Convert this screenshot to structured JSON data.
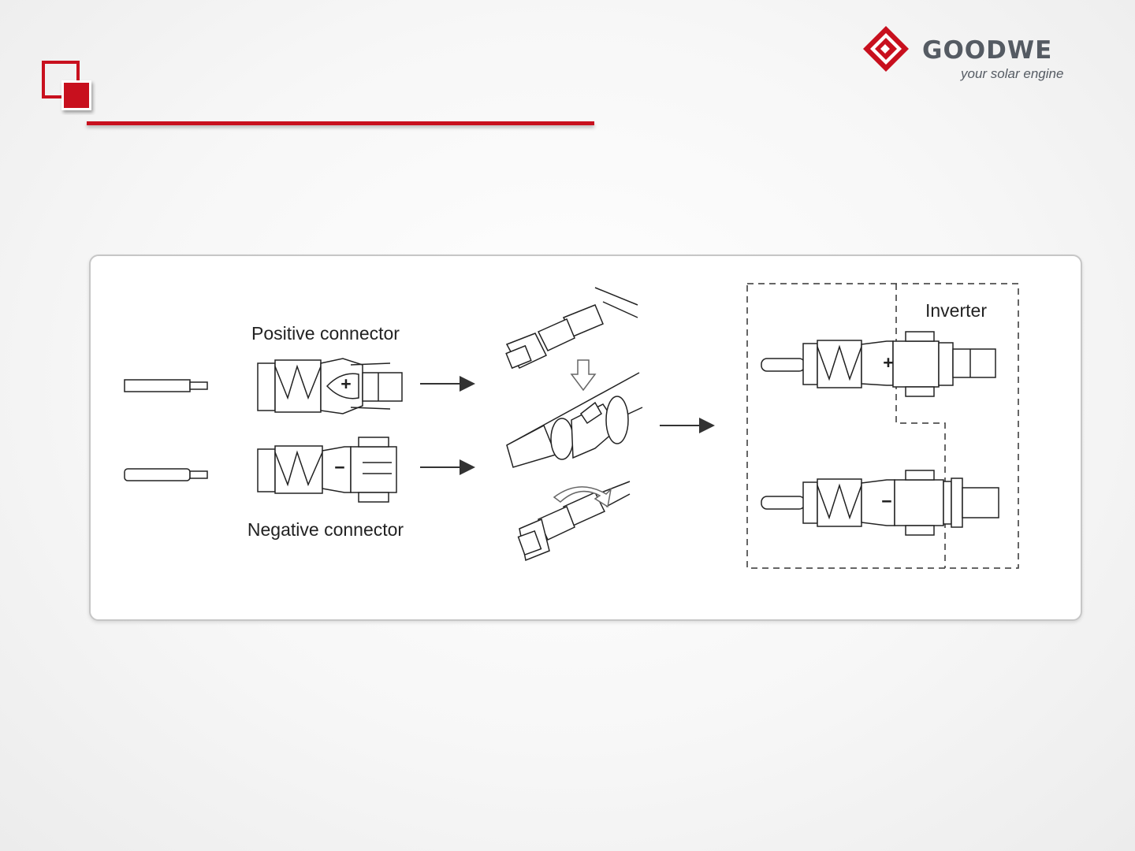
{
  "brand": {
    "name": "GOODWE",
    "tagline": "your solar engine",
    "color": "#c8101e"
  },
  "diagram": {
    "labels": {
      "positive": "Positive connector",
      "negative": "Negative connector",
      "inverter": "Inverter"
    },
    "symbols": {
      "plus": "+",
      "minus": "−"
    }
  }
}
